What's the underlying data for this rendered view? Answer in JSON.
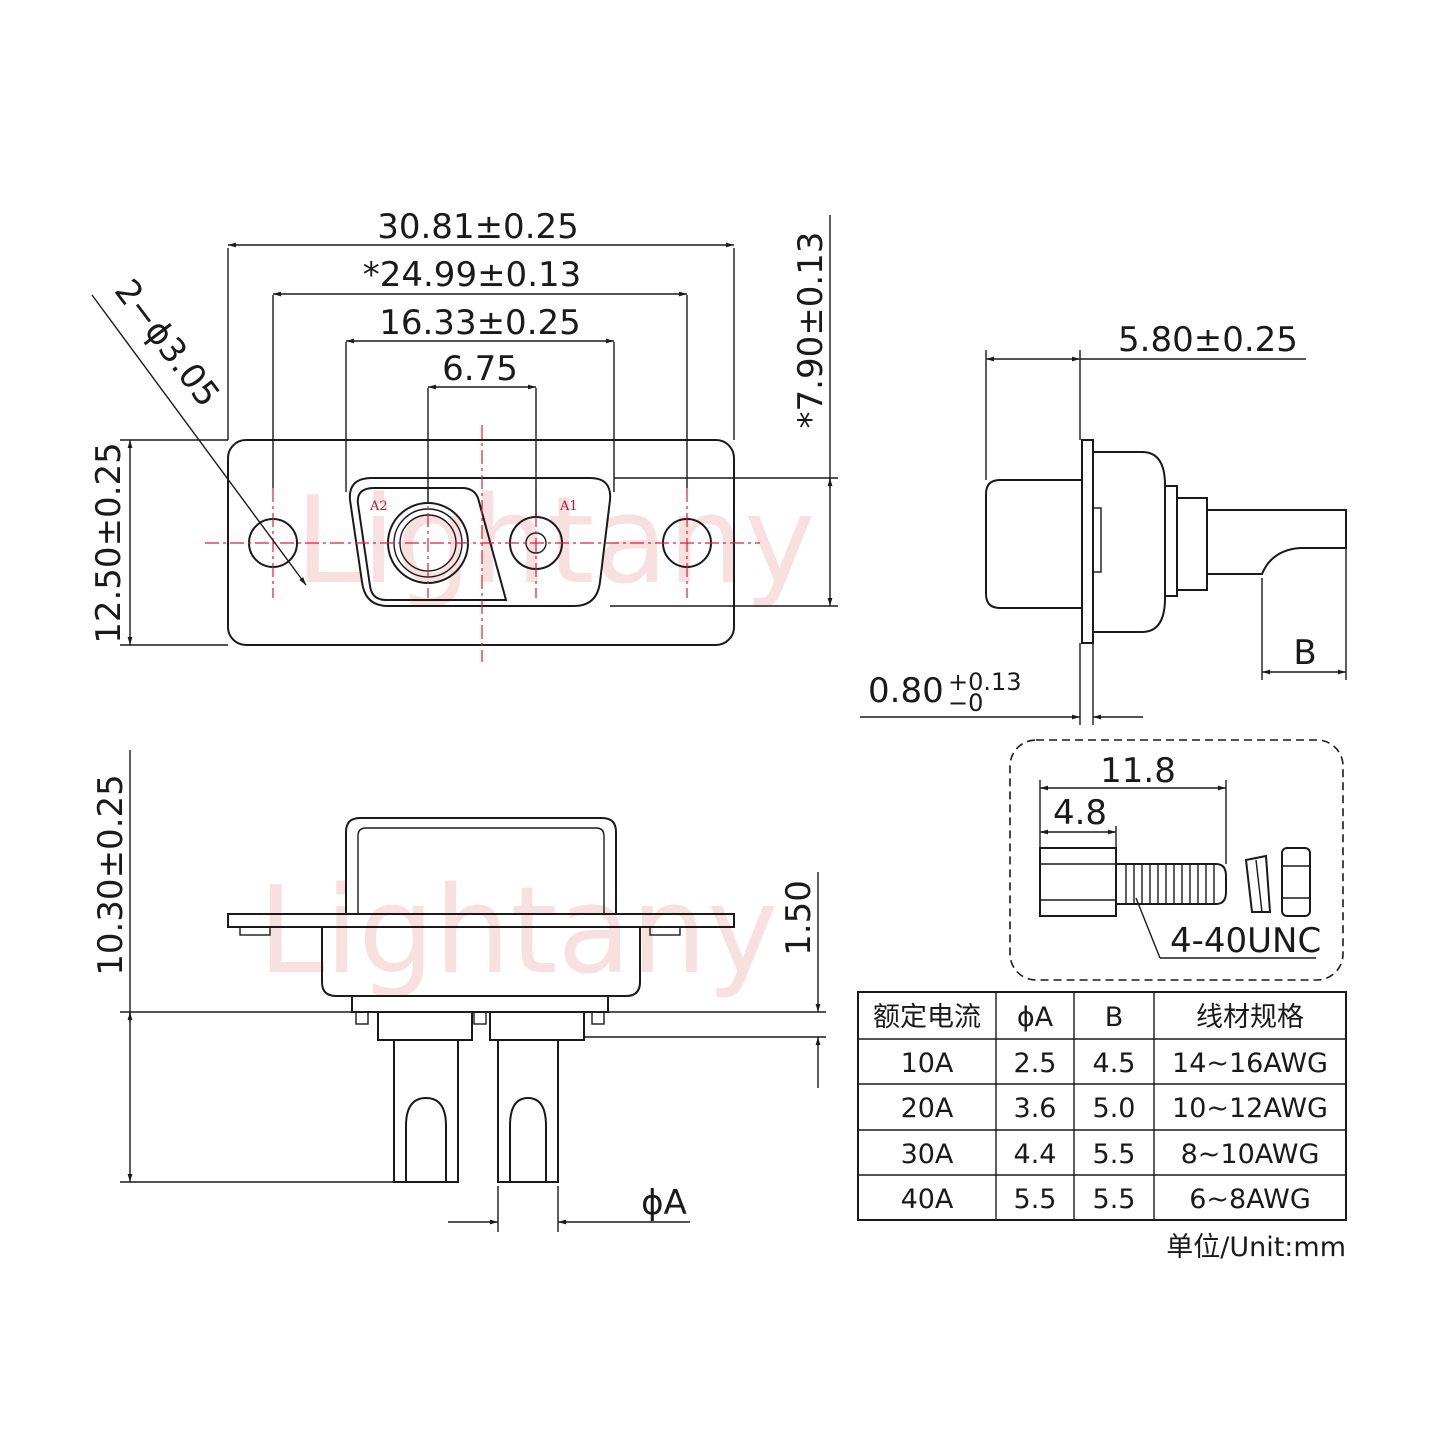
{
  "watermark": "Lightany",
  "front_view": {
    "dim_overall_width": "30.81±0.25",
    "dim_hole_spacing": "*24.99±0.13",
    "dim_shell_width": "16.33±0.25",
    "dim_pin_pitch": "6.75",
    "dim_height": "12.50±0.25",
    "dim_shell_height": "*7.90±0.13",
    "dim_holes": "2−ϕ3.05",
    "pin_label_a2": "A2",
    "pin_label_a1": "A1"
  },
  "side_view": {
    "dim_depth": "5.80±0.25",
    "dim_flange_base": "0.80",
    "dim_flange_tol_plus": "+0.13",
    "dim_flange_tol_minus": "−0",
    "dim_b": "B"
  },
  "bottom_view": {
    "dim_total_height": "10.30±0.25",
    "dim_flange": "1.50",
    "dim_diameter": "ϕA"
  },
  "screw_detail": {
    "dim_length": "11.8",
    "dim_hex": "4.8",
    "thread": "4-40UNC"
  },
  "spec_table": {
    "headers": [
      "额定电流",
      "ϕA",
      "B",
      "线材规格"
    ],
    "rows": [
      [
        "10A",
        "2.5",
        "4.5",
        "14~16AWG"
      ],
      [
        "20A",
        "3.6",
        "5.0",
        "10~12AWG"
      ],
      [
        "30A",
        "4.4",
        "5.5",
        "8~10AWG"
      ],
      [
        "40A",
        "5.5",
        "5.5",
        "6~8AWG"
      ]
    ],
    "unit_note": "单位/Unit:mm"
  }
}
